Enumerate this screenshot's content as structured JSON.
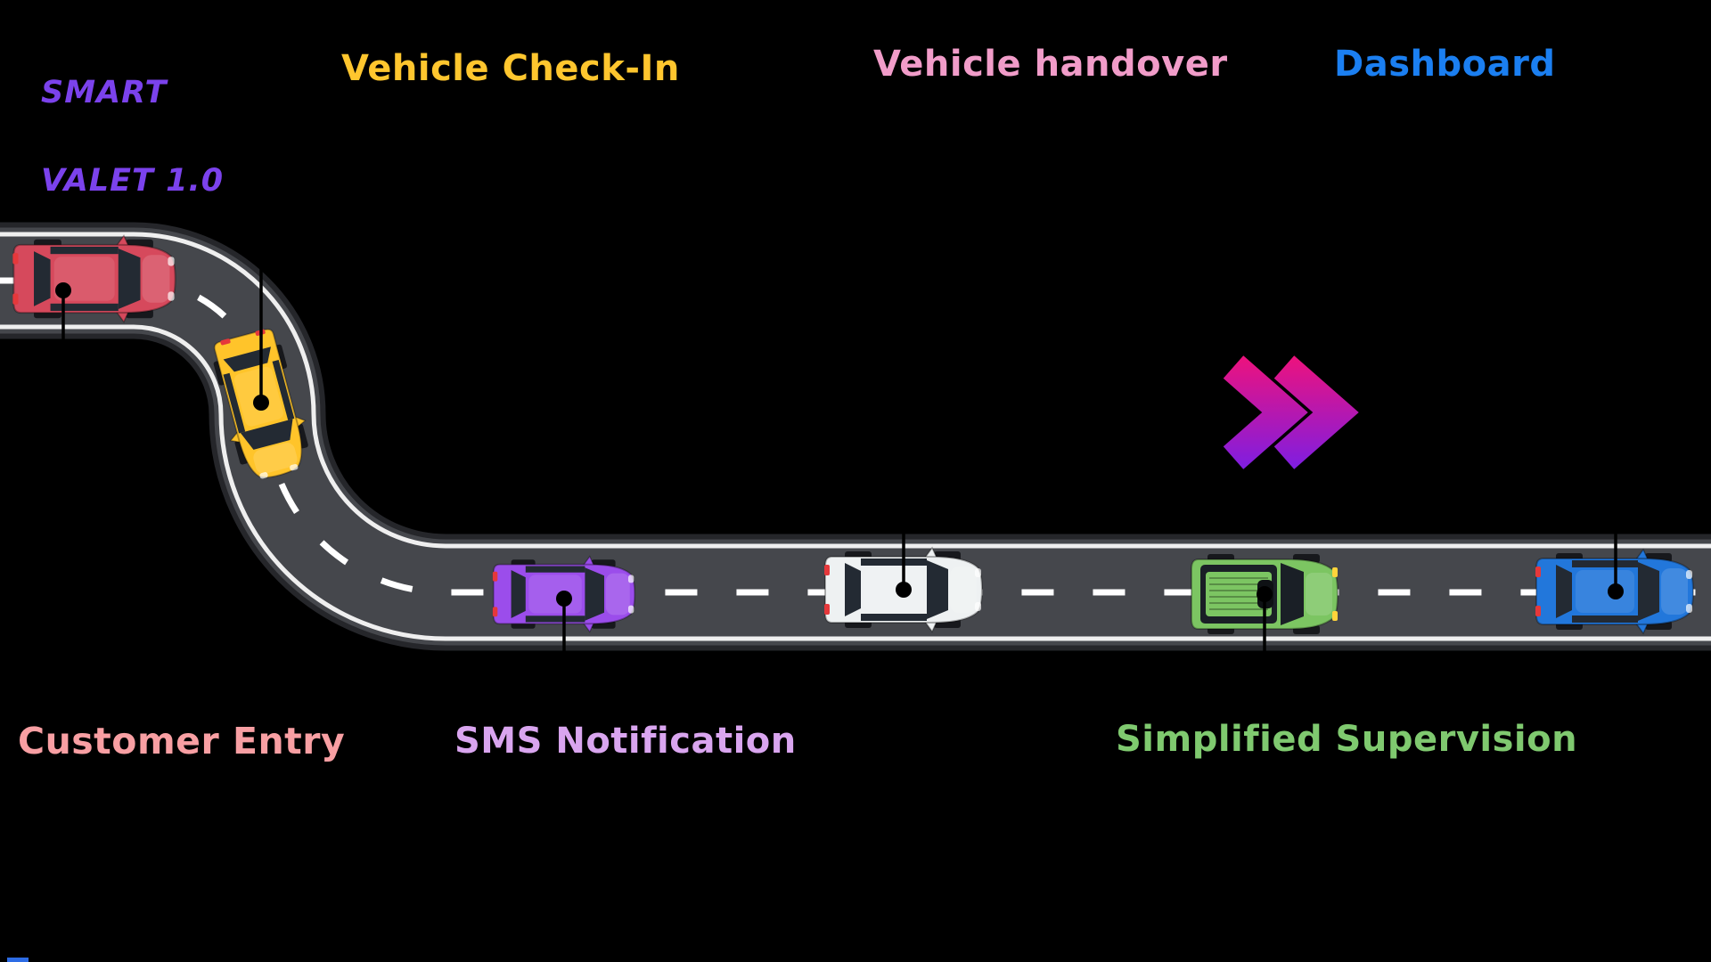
{
  "logo": {
    "line1": "SMART",
    "line2": "VALET 1.0",
    "color": "#7B42EC"
  },
  "stations": [
    {
      "label": "Customer Entry",
      "label_color": "#F89FA3",
      "label_position": "bottom",
      "car": "red-sedan",
      "car_color": "#D6495C"
    },
    {
      "label": "Vehicle Check-In",
      "label_color": "#FFC62E",
      "label_position": "top",
      "car": "yellow-sedan",
      "car_color": "#FFC42A"
    },
    {
      "label": "SMS Notification",
      "label_color": "#D9A5EF",
      "label_position": "bottom",
      "car": "purple-sedan",
      "car_color": "#9B4DEB"
    },
    {
      "label": "Vehicle handover",
      "label_color": "#F19CC9",
      "label_position": "top",
      "car": "white-sedan",
      "car_color": "#EEF1F2"
    },
    {
      "label": "Simplified Supervision",
      "label_color": "#7FC96F",
      "label_position": "bottom",
      "car": "green-suv",
      "car_color": "#7CC562"
    },
    {
      "label": "Dashboard",
      "label_color": "#1B7FF1",
      "label_position": "top",
      "car": "blue-sedan",
      "car_color": "#2277DB"
    }
  ],
  "road": {
    "asphalt": "#45474C",
    "halo": "#25262A",
    "edge_line": "#EFEFEF",
    "dash_line": "#FFFFFF"
  },
  "pointer": {
    "color": "#000000"
  },
  "chevron": {
    "top": "#ED127D",
    "bottom": "#7D1EE3"
  },
  "misc": {
    "corner_strip_color": "#2D6CE5"
  },
  "background": "#000000"
}
